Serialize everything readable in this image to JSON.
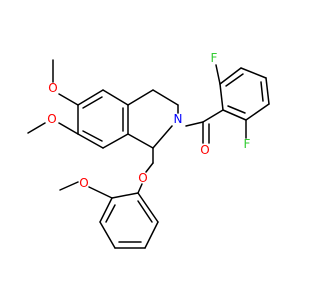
{
  "colors": {
    "bond": "#000000",
    "oxygen": "#ff0000",
    "nitrogen": "#0000ff",
    "fluorine": "#33cc33"
  },
  "atoms": {
    "o_methoxy_top": "O",
    "o_methoxy_left": "O",
    "o_ether": "O",
    "o_methoxy_phenyl": "O",
    "n_ring": "N",
    "o_carbonyl": "O",
    "f_top": "F",
    "f_bottom": "F"
  }
}
